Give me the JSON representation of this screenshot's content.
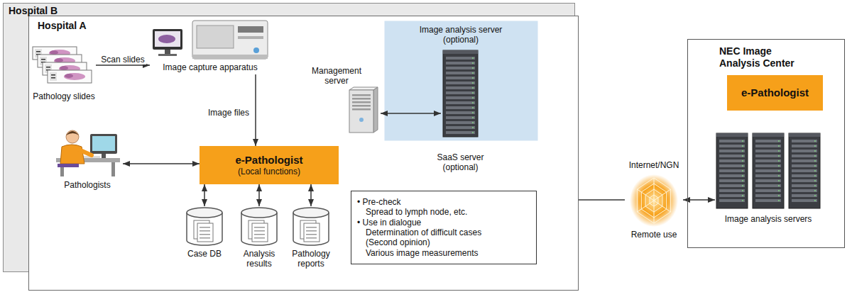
{
  "diagram": {
    "nodes": [
      {
        "text": [
          "Hospital B"
        ]
      },
      {
        "text": [
          "Hospital A"
        ]
      },
      {
        "text": [
          "Pathology slides"
        ],
        "in": 1
      },
      {
        "text": [
          "Image capture apparatus"
        ],
        "in": 1
      },
      {
        "text": [
          "Image analysis server (optional)"
        ],
        "in": 1
      },
      {
        "text": [
          "Management server"
        ],
        "in": 1
      },
      {
        "text": [
          "SaaS server (optional)"
        ],
        "in": 4
      },
      {
        "text": [
          "Pathologists"
        ],
        "in": 1
      },
      {
        "text": [
          "e-Pathologist",
          "(Local functions)"
        ],
        "in": 1
      },
      {
        "text": [
          "Case DB"
        ],
        "in": 1
      },
      {
        "text": [
          "Analysis results"
        ],
        "in": 1
      },
      {
        "text": [
          "Pathology reports"
        ],
        "in": 1
      },
      {
        "text": [
          "• Pre-check",
          "Spread to lymph node, etc.",
          "• Use in dialogue",
          "Determination of difficult cases",
          "(Second opinion)",
          "Various image measurements"
        ],
        "in": 1
      },
      {
        "text": [
          "Internet/NGN",
          "Remote use"
        ]
      },
      {
        "text": [
          "NEC Image Analysis Center"
        ]
      },
      {
        "text": [
          "e-Pathologist"
        ],
        "in": 14
      },
      {
        "text": [
          "Image analysis servers"
        ],
        "in": 14
      }
    ],
    "edges": [
      {
        "from": 2,
        "to": 3,
        "label": "Scan slides",
        "arrow": "to"
      },
      {
        "from": 3,
        "to": 8,
        "label": "Image files",
        "arrow": "to"
      },
      {
        "from": 7,
        "to": 8,
        "arrow": "both"
      },
      {
        "from": 8,
        "to": 9,
        "arrow": "both"
      },
      {
        "from": 8,
        "to": 10,
        "arrow": "both"
      },
      {
        "from": 8,
        "to": 11,
        "arrow": "both"
      },
      {
        "from": 5,
        "to": 6,
        "arrow": "both"
      },
      {
        "from": 1,
        "to": 13,
        "arrow": "none"
      },
      {
        "from": 13,
        "to": 16,
        "arrow": "both"
      }
    ]
  }
}
